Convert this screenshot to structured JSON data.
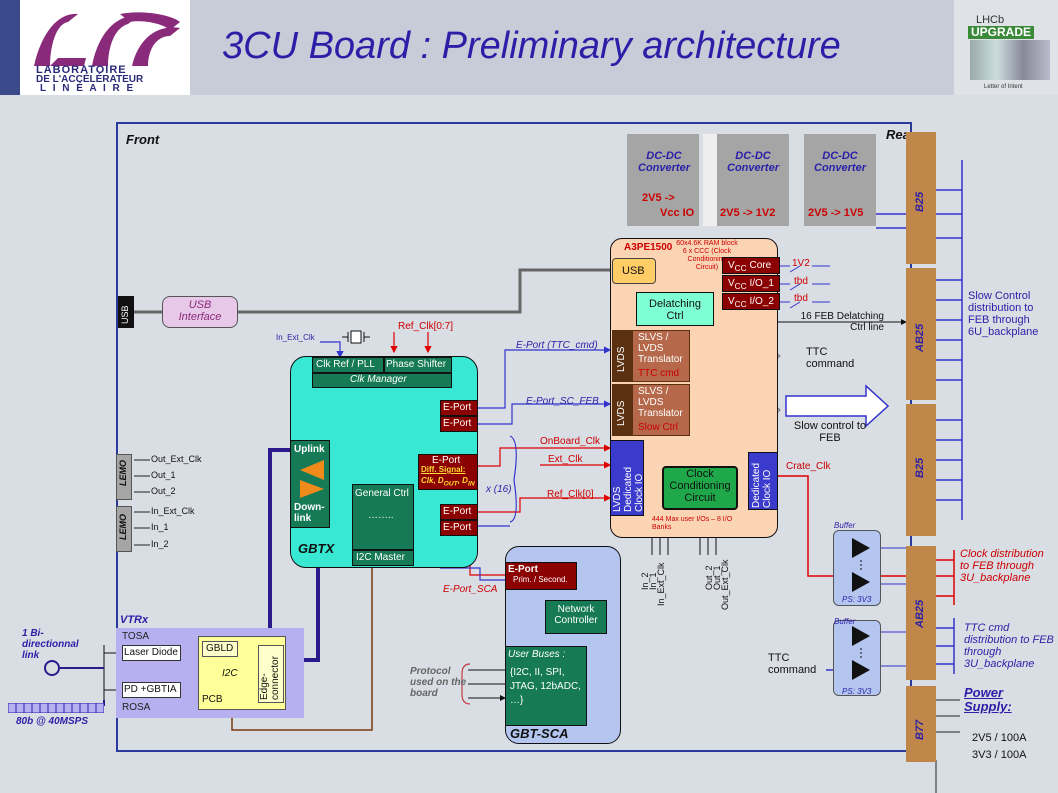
{
  "header": {
    "title": "3CU Board : Preliminary architecture",
    "lab_logo": {
      "letters": "LAL",
      "line1": "LABORATOIRE",
      "line2": "DE L'ACCÉLÉRATEUR",
      "line3": "L I N É A I R E"
    },
    "lhcb_logo": {
      "line1": "LHCb",
      "line2": "UPGRADE",
      "line3": "Letter of Intent"
    }
  },
  "board": {
    "front_label": "Front",
    "rear_label": "Rear"
  },
  "dcdc": [
    {
      "title": "DC-DC Converter",
      "line1": "2V5 ->",
      "line2": "Vcc IO"
    },
    {
      "title": "DC-DC Converter",
      "line1": "",
      "line2": "2V5 -> 1V2"
    },
    {
      "title": "DC-DC Converter",
      "line1": "",
      "line2": "2V5 -> 1V5"
    }
  ],
  "fpga": {
    "name": "A3PE1500",
    "ram_note": "60x4.6K RAM block 6 x CCC (Clock Conditioning Circuit)",
    "usb": "USB",
    "delatching": "Delatching Ctrl",
    "vcc_core": "V<sub>CC</sub> Core",
    "vcc_io1": "V<sub>CC</sub> I/O_1",
    "vcc_io2": "V<sub>CC</sub> I/O_2",
    "v_1v2": "1V2",
    "tbd1": "tbd",
    "tbd2": "tbd",
    "lvds1": "LVDS",
    "translator1": "SLVS / LVDS Translator",
    "translator1_sub": "TTC cmd",
    "lvds2": "LVDS",
    "translator2": "SLVS / LVDS Translator",
    "translator2_sub": "Slow Ctrl",
    "lvds_clock_in": "LVDS Dedicated Clock IO",
    "clock_cond": "Clock Conditioning Circuit",
    "clock_out": "Dedicated Clock IO",
    "io_note": "444 Max user I/Os – 8 I/O Banks",
    "pins": [
      "In_2",
      "In_1",
      "In_Ext_Clk",
      "Out_2",
      "Out_1",
      "Out_Ext_Clk"
    ]
  },
  "gbtx": {
    "name": "GBTX",
    "clk_ref_pll": "Clk Ref / PLL",
    "phase_shifter": "Phase Shifter",
    "clk_manager": "Clk Manager",
    "uplink": "Uplink",
    "downlink": "Down-link",
    "general_ctrl": "General Ctrl",
    "dots": "……..",
    "i2c_master": "I2C Master",
    "eport1": "E-Port",
    "eport2": "E-Port",
    "eport_diff_title": "E-Port",
    "eport_diff_sub": "Diff. Signal:",
    "eport_diff_sig": "Clk, D<sub>OUT</sub>, D<sub>IN</sub>",
    "eport3": "E-Port",
    "eport4": "E-Port",
    "x16": "x (16)"
  },
  "sca": {
    "name": "GBT-SCA",
    "eport": "E-Port",
    "eport_sub": "Prim. / Second.",
    "network": "Network Controller",
    "user_buses_title": "User Buses :",
    "user_buses": "{I2C, II, SPI, JTAG, 12bADC, …}"
  },
  "vtrx": {
    "name": "VTRx",
    "tosa": "TOSA",
    "laser": "Laser Diode",
    "pd": "PD +GBTIA",
    "rosa": "ROSA",
    "gbld": "GBLD",
    "i2c": "I2C",
    "pcb": "PCB",
    "edge": "Edge-connector",
    "link": "1 Bi-directionnal link",
    "rate": "80b @ 40MSPS"
  },
  "signals": {
    "usb_side": "USB",
    "usb_interface": "USB Interface",
    "in_ext_clk": "In_Ext_Clk",
    "ref_clk_07": "Ref_Clk[0:7]",
    "eport_ttc": "E-Port (TTC_cmd)",
    "eport_sc": "E-Port_SC_FEB",
    "onboard_clk": "OnBoard_Clk",
    "ext_clk": "Ext_Clk",
    "ref_clk0": "Ref_Clk[0]",
    "eport_sca": "E-Port_SCA",
    "feb_delatch": "16 FEB Delatching Ctrl line",
    "ttc_command": "TTC command",
    "slow_control_feb": "Slow control to FEB",
    "crate_clk": "Crate_Clk",
    "ttc_command2": "TTC command",
    "protocol": "Protocol used on the board"
  },
  "lemo": {
    "lemo1": "LEMO",
    "out_ext_clk": "Out_Ext_Clk",
    "out_1": "Out_1",
    "out_2": "Out_2",
    "lemo2": "LEMO",
    "in_ext_clk": "In_Ext_Clk",
    "in_1": "In_1",
    "in_2": "In_2"
  },
  "buffers": {
    "buffer1": "Buffer",
    "ps1": "PS: 3V3",
    "buffer2": "Buffer",
    "ps2": "PS: 3V3"
  },
  "backplane": {
    "b25_top": "B25",
    "ab25_1": "AB25",
    "b25_mid": "B25",
    "ab25_2": "AB25",
    "b77": "B77"
  },
  "right_notes": {
    "slow_control": "Slow Control distribution to FEB through 6U_backplane",
    "clock_dist": "Clock distribution to FEB through 3U_backplane",
    "ttc_dist": "TTC cmd distribution to FEB through 3U_backplane",
    "power_title": "Power Supply:",
    "power_1": "2V5 / 100A",
    "power_2": "3V3 / 100A"
  },
  "colors": {
    "slide_bg": "#d9dde4",
    "title": "#2b1fa8",
    "gbtx": "#38e8d2",
    "fpga": "#fbd4b4",
    "sca": "#b4c6f0",
    "dark_red": "#8b0000",
    "olive": "#157a55",
    "brown": "#b5694a",
    "conn": "#c0874a",
    "blue_line": "#3333cc",
    "red_line": "#e00000"
  }
}
